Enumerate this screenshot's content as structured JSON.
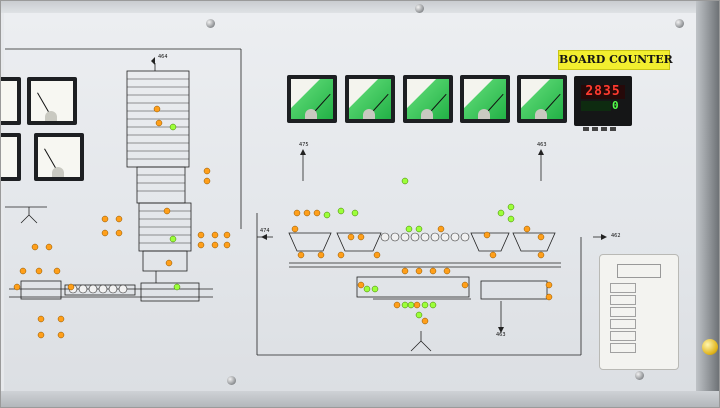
{
  "panel": {
    "board_counter_label": "BOARD COUNTER",
    "counter": {
      "display_value": "2835",
      "sub_value": "0"
    }
  },
  "references": {
    "top_left_line": "464",
    "meter_left": "475",
    "meter_right": "463",
    "mid_left": "474",
    "mid_right": "462",
    "bottom": "463"
  },
  "colors": {
    "panel": "#e6e8eb",
    "counter_red": "#ff3b2f",
    "counter_green": "#53ff4a",
    "label_yellow": "#f2ee2f",
    "lamp_orange": "#ff9f1a",
    "lamp_green": "#9cff3a"
  },
  "icons": [
    "screw-icon",
    "ammeter-icon",
    "indicator-lamp-icon",
    "pushbutton-icon",
    "arrow-icon"
  ]
}
